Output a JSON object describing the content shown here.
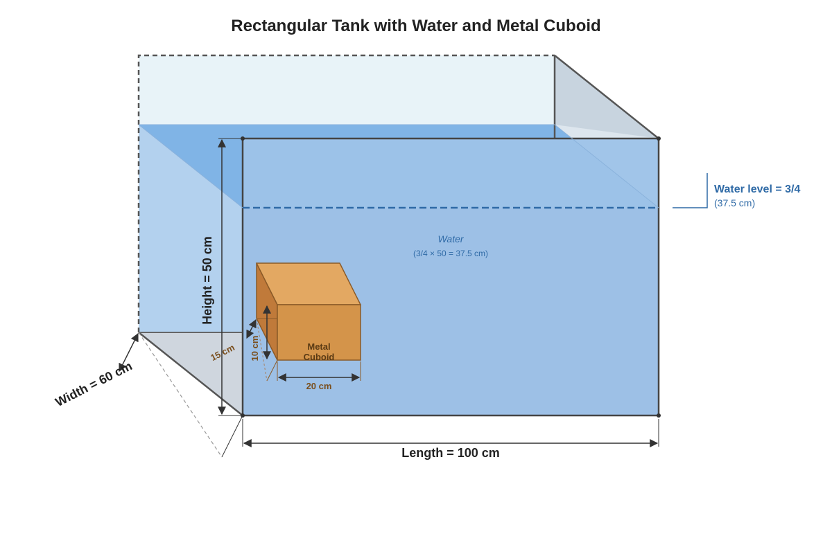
{
  "title": "Rectangular Tank with Water and Metal Cuboid",
  "tank": {
    "length_label": "Length = 100 cm",
    "height_label": "Height = 50 cm",
    "width_label": "Width = 60 cm"
  },
  "water": {
    "label": "Water",
    "formula": "(3/4 × 50 = 37.5 cm)",
    "level_label": "Water level = 3/4",
    "level_value": "(37.5 cm)"
  },
  "cuboid": {
    "label_line1": "Metal",
    "label_line2": "Cuboid",
    "length_label": "20 cm",
    "height_label": "10 cm",
    "width_label": "15 cm"
  },
  "colors": {
    "water": "#9dc3e8",
    "water_surface": "#7fb3e6",
    "cuboid_front": "#d4944a",
    "cuboid_top": "#e3a862",
    "cuboid_side": "#c07a3a",
    "outline": "#444444",
    "accent": "#2f6aa6"
  }
}
